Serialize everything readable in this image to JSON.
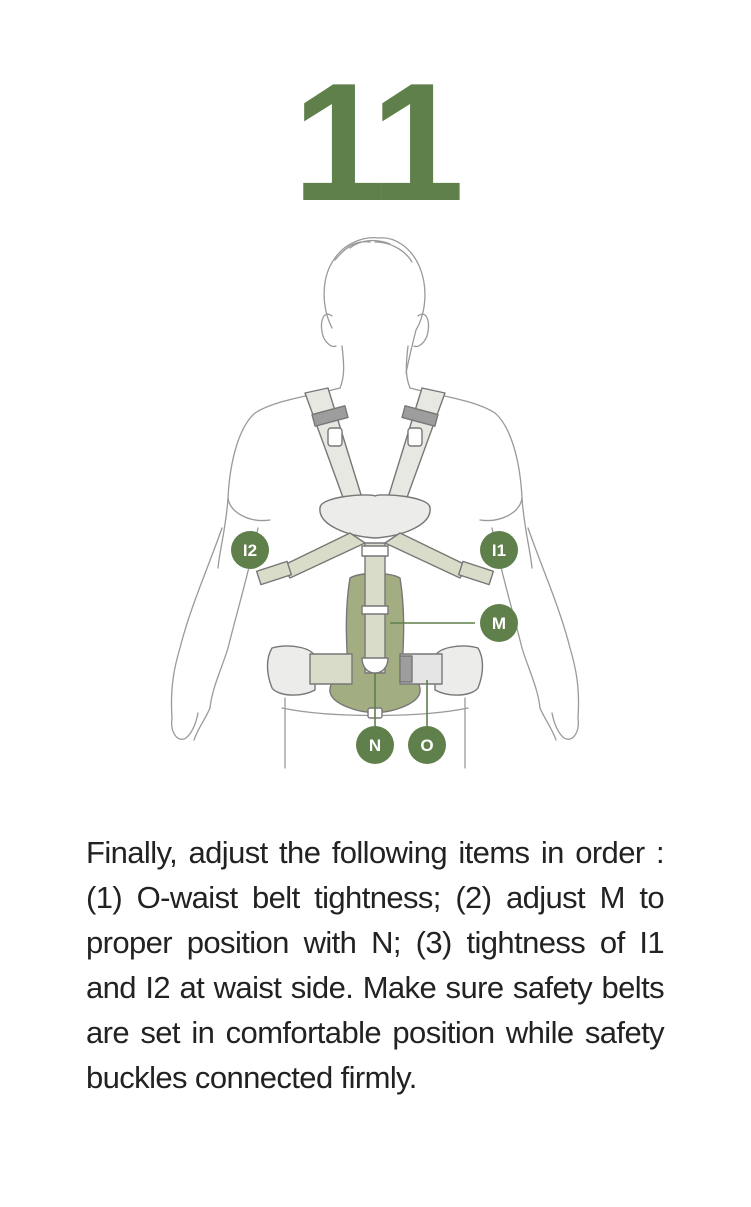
{
  "step": {
    "number": "11"
  },
  "diagram": {
    "labels": {
      "i2": "I2",
      "i1": "I1",
      "m": "M",
      "n": "N",
      "o": "O"
    },
    "colors": {
      "accent": "#5f7f4b",
      "carrier_fill": "#a3ad82",
      "strap_fill": "#d9dcc8",
      "line": "#8a8a8a"
    }
  },
  "instructions": {
    "text": "Finally, adjust the following items in order : (1) O-waist belt tightness; (2) adjust M to proper position with N; (3) tightness of I1 and I2 at waist side. Make sure safety belts are set in comfortable position while safety buckles connected firmly."
  }
}
